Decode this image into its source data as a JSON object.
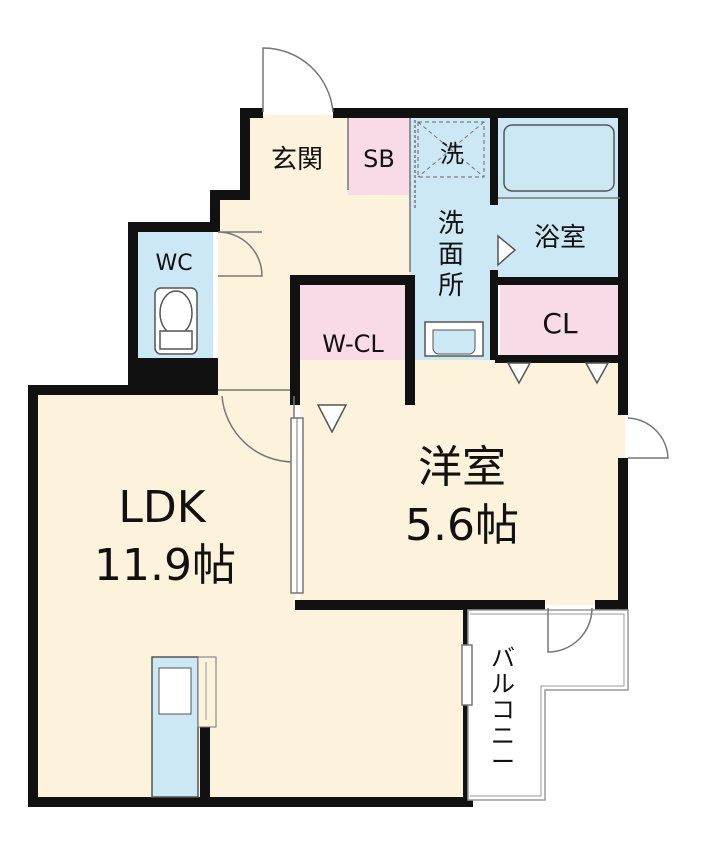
{
  "colors": {
    "floor": "#fdf3dc",
    "wet": "#cce8f4",
    "storage": "#f8dbe7",
    "wall": "#111111",
    "door": "#8a8a8a"
  },
  "rooms": {
    "genkan": "玄関",
    "sb": "SB",
    "sentaku": "洗",
    "senmenjo": [
      "洗",
      "面",
      "所"
    ],
    "yokushitsu": "浴室",
    "wc": "WC",
    "wcl": "W-CL",
    "cl": "CL",
    "ldk_name": "LDK",
    "ldk_size": "11.9帖",
    "yoshitsu_name": "洋室",
    "yoshitsu_size": "5.6帖",
    "balcony": [
      "バ",
      "ル",
      "コ",
      "ニ",
      "ー"
    ]
  }
}
